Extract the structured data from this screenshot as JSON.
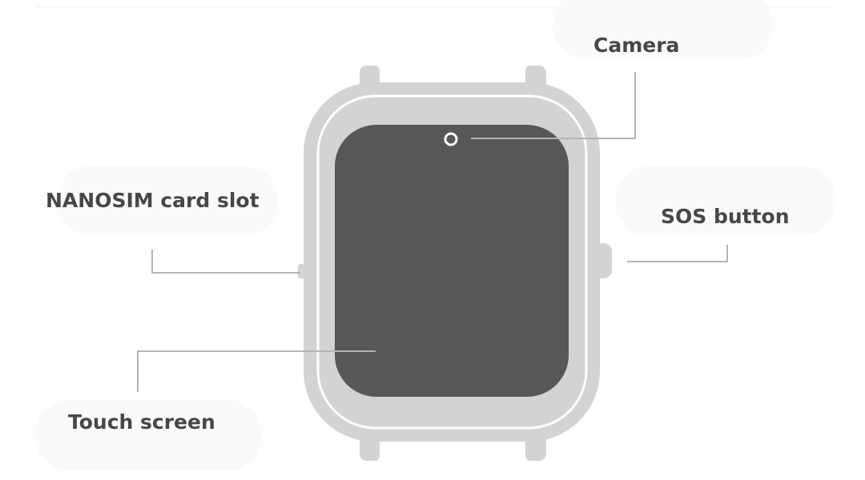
{
  "callouts": {
    "camera": "Camera",
    "nanosim": "NANOSIM card slot",
    "sos": "SOS button",
    "touch": "Touch screen"
  },
  "colors": {
    "watch_body": "#d3d3d3",
    "watch_outline": "#ffffff",
    "screen": "#575756",
    "leader_line": "#b4b4b4",
    "label_text": "#474747",
    "bubble_fill": "#fafafa"
  }
}
